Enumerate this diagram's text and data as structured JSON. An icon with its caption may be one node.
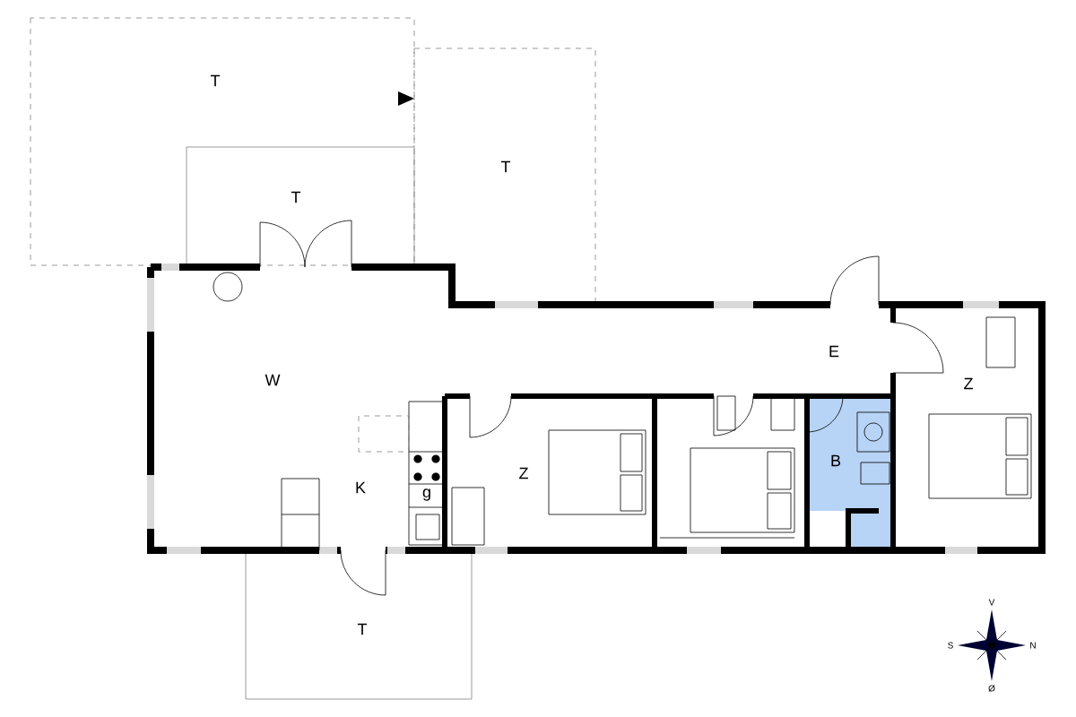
{
  "diagram": {
    "labels": [
      "T",
      "T",
      "T",
      "E",
      "W",
      "Z",
      "B",
      "Z",
      "K",
      "g",
      "T",
      "V",
      "S",
      "N",
      "Ø"
    ]
  }
}
